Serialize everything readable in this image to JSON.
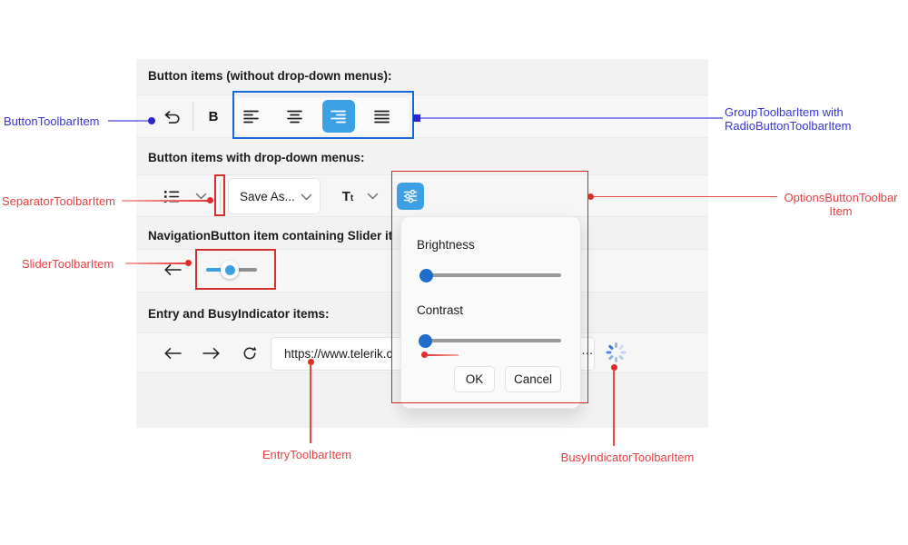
{
  "colors": {
    "accent_blue": "#3ba0e4",
    "popup_thumb_blue": "#1f6dc9",
    "annotation_red": "#e94043",
    "annotation_red_box": "#d32f2f",
    "annotation_blue_text": "#3c35d9",
    "annotation_blue_box": "#1668d8",
    "panel_bg": "#f2f2f2"
  },
  "headings": {
    "s1": "Button items (without drop-down menus):",
    "s2": "Button items with drop-down menus:",
    "s3": "NavigationButton item containing Slider it",
    "s4": "Entry and BusyIndicator items:"
  },
  "toolbar1": {
    "bold": "B"
  },
  "toolbar2": {
    "save_as": "Save As...",
    "font_big": "T",
    "font_small": "t"
  },
  "toolbar4": {
    "url": "https://www.telerik.c",
    "url_ellipsis": "…"
  },
  "popup": {
    "brightness": "Brightness",
    "contrast": "Contrast",
    "ok": "OK",
    "cancel": "Cancel"
  },
  "annotations": {
    "button": "ButtonToolbarItem",
    "group_line1": "GroupToolbarItem with",
    "group_line2": "RadioButtonToolbarItem",
    "separator": "SeparatorToolbarItem",
    "slider": "SliderToolbarItem",
    "options_line1": "OptionsButtonToolbar",
    "options_line2": "Item",
    "entry": "EntryToolbarItem",
    "busy": "BusyIndicatorToolbarItem"
  }
}
